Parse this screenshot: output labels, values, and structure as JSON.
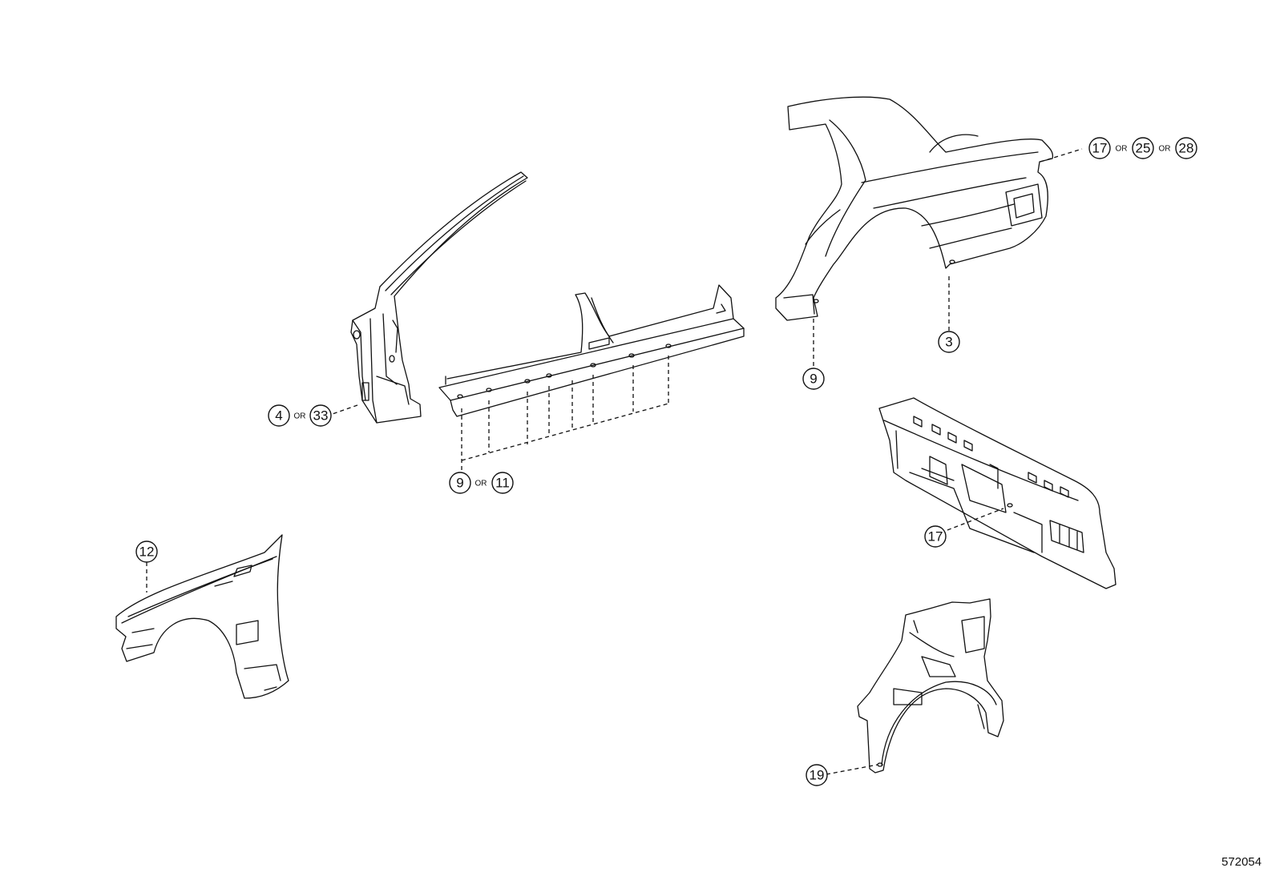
{
  "figure_id": "572054",
  "or_word": "OR",
  "callouts": {
    "quarter_panel": [
      "17",
      "25",
      "28"
    ],
    "quarter_bottom": [
      "3"
    ],
    "quarter_front": [
      "9"
    ],
    "front_pillar": [
      "4",
      "33"
    ],
    "rocker": [
      "9",
      "11"
    ],
    "fender": [
      "12"
    ],
    "back_panel": [
      "17"
    ],
    "wheel_house": [
      "19"
    ]
  }
}
